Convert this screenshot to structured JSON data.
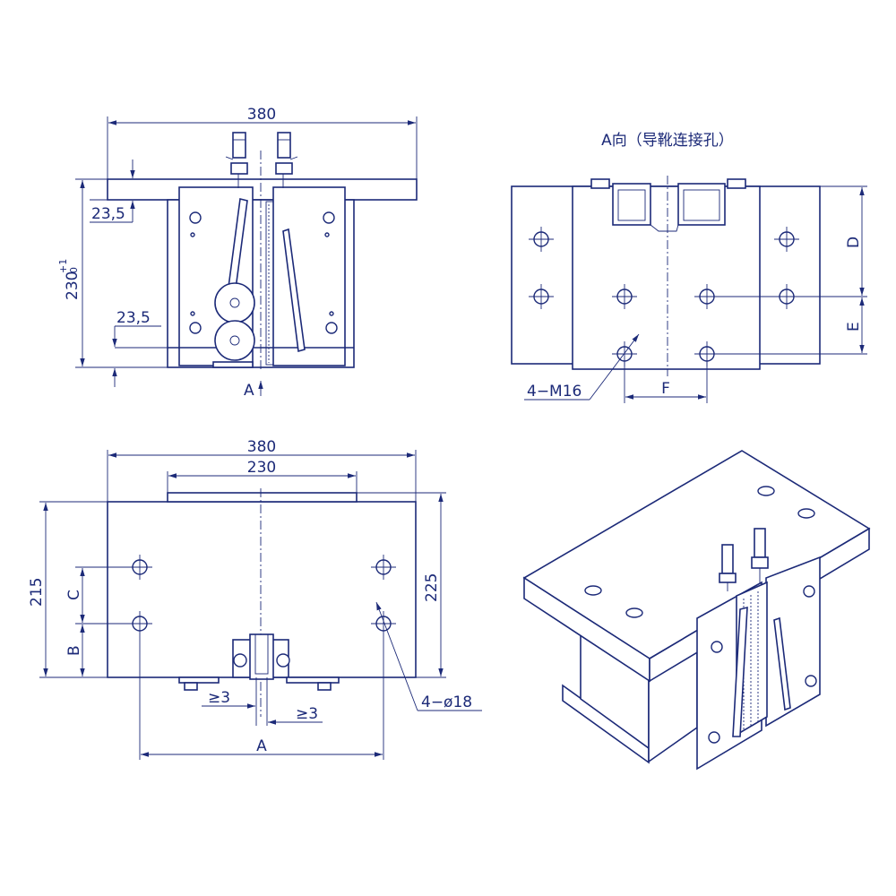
{
  "colors": {
    "line": "#1c2a78",
    "background": "#ffffff"
  },
  "front_view": {
    "width_label": "380",
    "height_label": "230",
    "height_tolerance_upper": "+1",
    "height_tolerance_lower": "0",
    "top_offset_label": "23,5",
    "bottom_offset_label": "23,5",
    "view_arrow_label": "A"
  },
  "side_view": {
    "title": "A向（导靴连接孔）",
    "dim_d": "D",
    "dim_e": "E",
    "dim_f": "F",
    "thread_label": "4−M16"
  },
  "top_view": {
    "width_label": "380",
    "inner_width_label": "230",
    "depth_label": "215",
    "right_depth_label": "225",
    "dim_c": "C",
    "dim_b": "B",
    "dim_a": "A",
    "gap_left": "≥3",
    "gap_right": "≥3",
    "hole_label": "4−ø18"
  }
}
